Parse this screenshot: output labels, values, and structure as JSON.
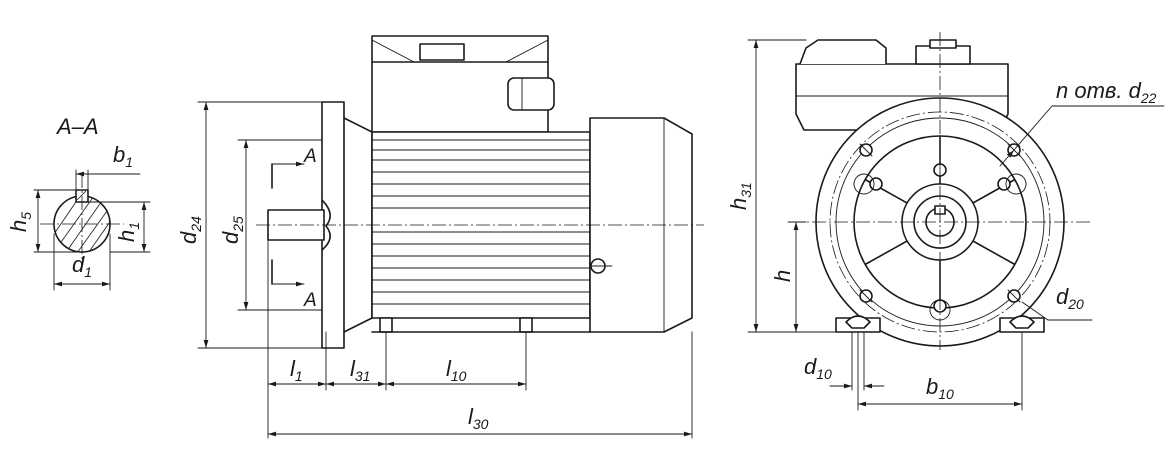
{
  "section": {
    "title": "A–A",
    "b1": {
      "base": "b",
      "sub": "1"
    },
    "h5": {
      "base": "h",
      "sub": "5"
    },
    "h1": {
      "base": "h",
      "sub": "1"
    },
    "d1": {
      "base": "d",
      "sub": "1"
    }
  },
  "side": {
    "d24": {
      "base": "d",
      "sub": "24"
    },
    "d25": {
      "base": "d",
      "sub": "25"
    },
    "cut_top": "A",
    "cut_bottom": "A",
    "l1": {
      "base": "l",
      "sub": "1"
    },
    "l31": {
      "base": "l",
      "sub": "31"
    },
    "l10": {
      "base": "l",
      "sub": "10"
    },
    "l30": {
      "base": "l",
      "sub": "30"
    }
  },
  "front": {
    "h31": {
      "base": "h",
      "sub": "31"
    },
    "h": {
      "base": "h",
      "sub": ""
    },
    "n_holes": {
      "base": "n отв. d",
      "sub": "22"
    },
    "d20": {
      "base": "d",
      "sub": "20"
    },
    "d10": {
      "base": "d",
      "sub": "10"
    },
    "b10": {
      "base": "b",
      "sub": "10"
    }
  }
}
